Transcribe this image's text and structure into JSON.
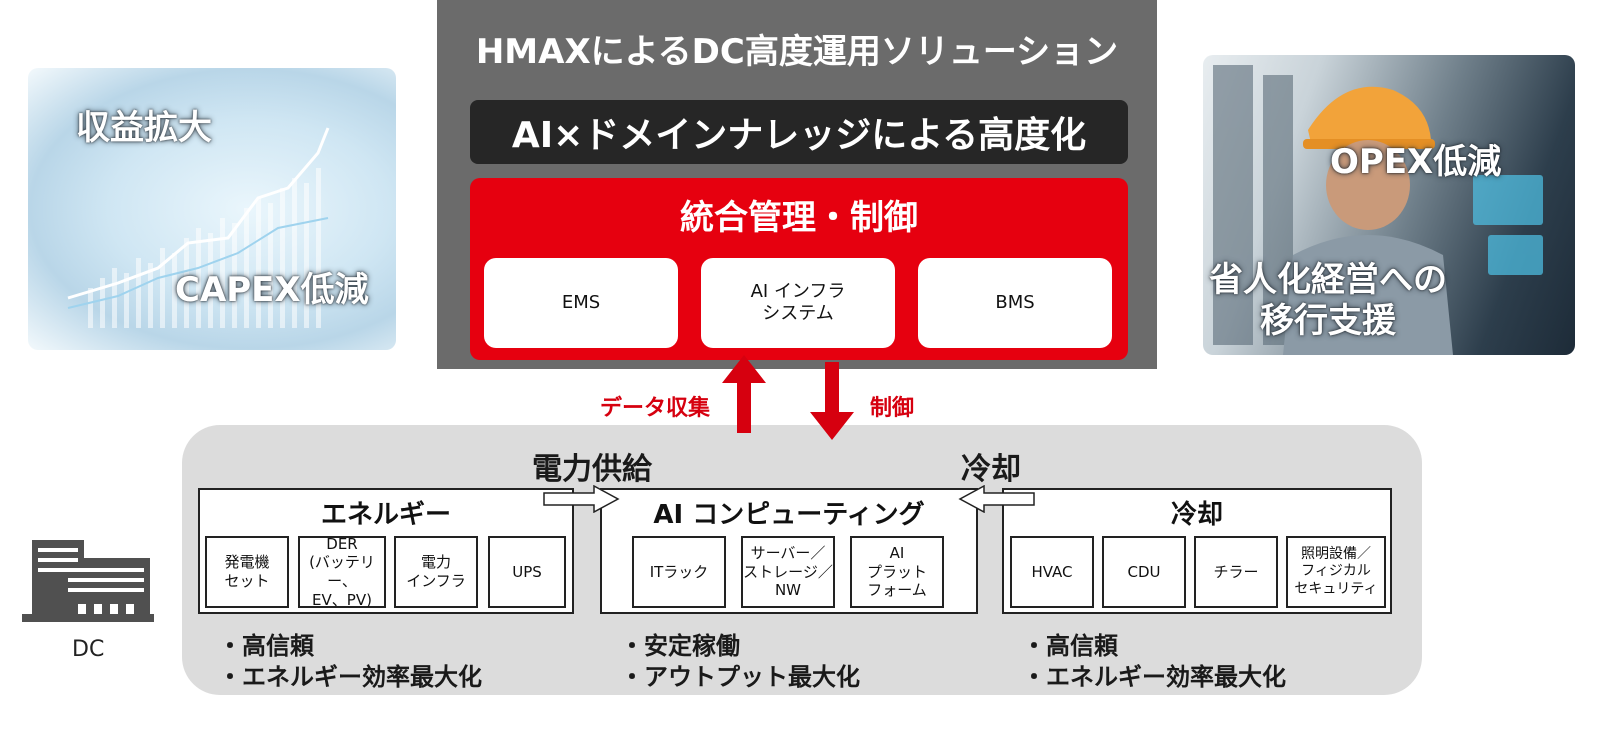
{
  "solution": {
    "title": "HMAXによるDC高度運用ソリューション",
    "ai_bar": "AI×ドメインナレッジによる高度化",
    "integrated": {
      "title": "統合管理・制御",
      "systems": [
        "EMS",
        "AI インフラ\nシステム",
        "BMS"
      ]
    }
  },
  "left_image": {
    "top_text": "収益拡大",
    "bottom_text": "CAPEX低減"
  },
  "right_image": {
    "top_text": "OPEX低減",
    "bottom_text": "省人化経営への\n移行支援"
  },
  "flows": {
    "data_collection": "データ収集",
    "control": "制御"
  },
  "bottom": {
    "power_label": "電力供給",
    "cooling_label": "冷却",
    "groups": [
      {
        "title": "エネルギー",
        "items": [
          "発電機\nセット",
          "DER\n(バッテリー、\nEV、PV)",
          "電力\nインフラ",
          "UPS"
        ],
        "bullets": [
          "・高信頼",
          "・エネルギー効率最大化"
        ]
      },
      {
        "title": "AI コンピューティング",
        "items": [
          "ITラック",
          "サーバー／\nストレージ／\nNW",
          "AI\nプラット\nフォーム"
        ],
        "bullets": [
          "・安定稼働",
          "・アウトプット最大化"
        ]
      },
      {
        "title": "冷却",
        "items": [
          "HVAC",
          "CDU",
          "チラー",
          "照明設備／\nフィジカル\nセキュリティ"
        ],
        "bullets": [
          "・高信頼",
          "・エネルギー効率最大化"
        ]
      }
    ]
  },
  "dc_label": "DC",
  "colors": {
    "accent_red": "#e6000f",
    "label_red": "#d6000f",
    "panel_gray": "#6b6b6b",
    "region_gray": "#dcdcdc"
  }
}
